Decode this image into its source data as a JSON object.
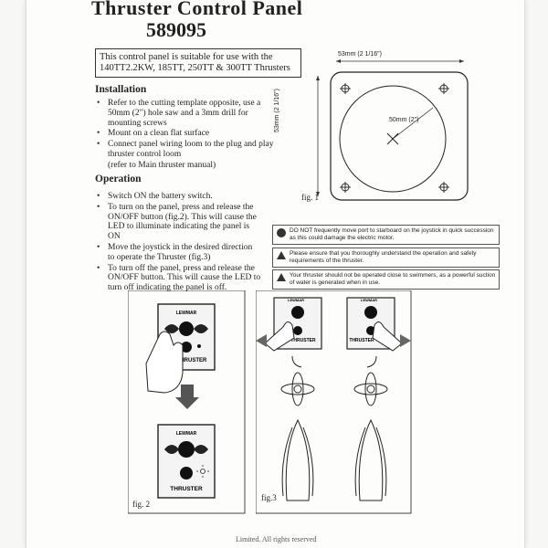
{
  "doc": {
    "title": "Thruster Control Panel",
    "code": "589095",
    "suitability": "This control panel is suitable for use with the 140TT2.2KW, 185TT, 250TT & 300TT Thrusters",
    "installation": {
      "heading": "Installation",
      "items": [
        "Refer to the cutting template opposite, use a 50mm (2\") hole saw and a 3mm drill for mounting screws",
        "Mount on a clean flat surface",
        "Connect panel wiring loom to the plug and play thruster control loom"
      ],
      "note": "(refer to Main thruster manual)"
    },
    "operation": {
      "heading": "Operation",
      "items": [
        "Switch ON the battery switch.",
        "To turn on the panel, press and release the ON/OFF button (fig.2). This will cause the LED to illuminate indicating the panel is ON",
        "Move the joystick in the desired direction to operate the Thruster (fig.3)",
        "To turn off the panel, press and release the ON/OFF button. This will cause the LED to turn off indicating the panel is off."
      ]
    },
    "fig1": {
      "width_dim": "53mm (2 1/16\")",
      "height_dim": "53mm (2 1/16\")",
      "hole_dim": "50mm (2\")",
      "label": "fig. 1"
    },
    "warnings": [
      {
        "icon": "no-entry-icon",
        "text": "DO NOT frequently move port to starboard on the joystick in quick succession as this could damage the electric motor."
      },
      {
        "icon": "warning-icon",
        "text": "Please ensure that you thoroughly understand the operation and safety requirements of the thruster."
      },
      {
        "icon": "warning-icon",
        "text": "Your thruster should not be operated close to swimmers, as a powerful suction of water is generated when in use."
      }
    ],
    "fig2": {
      "brand": "LEWMAR",
      "panel_label": "THRUSTER",
      "label": "fig. 2"
    },
    "fig3": {
      "brand": "LEWMAR",
      "panel_label": "THRUSTER",
      "label": "fig.3"
    },
    "footer": "Limited. All rights reserved"
  }
}
